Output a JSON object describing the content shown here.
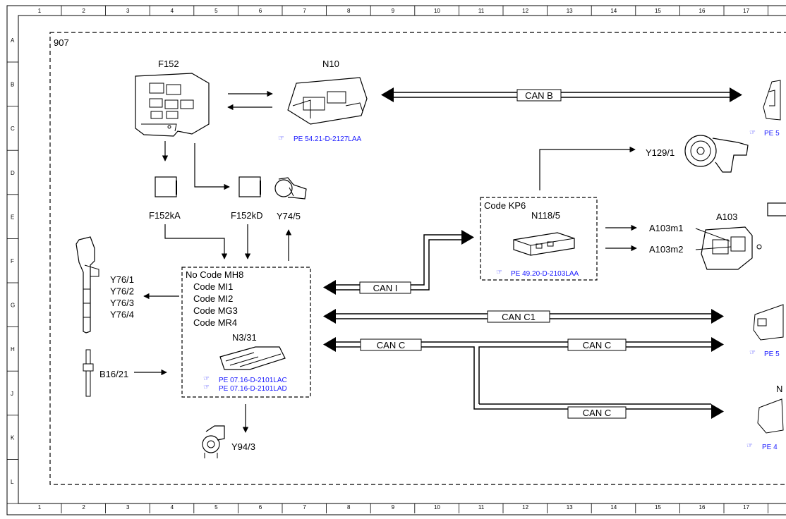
{
  "frame": {
    "columns": [
      "1",
      "2",
      "3",
      "4",
      "5",
      "6",
      "7",
      "8",
      "9",
      "10",
      "11",
      "12",
      "13",
      "14",
      "15",
      "16",
      "17"
    ],
    "rows": [
      "A",
      "B",
      "C",
      "D",
      "E",
      "F",
      "G",
      "H",
      "J",
      "K",
      "L"
    ]
  },
  "group_id": "907",
  "components": {
    "f152": "F152",
    "n10": "N10",
    "f152ka": "F152kA",
    "f152kd": "F152kD",
    "y74_5": "Y74/5",
    "y76": [
      "Y76/1",
      "Y76/2",
      "Y76/3",
      "Y76/4"
    ],
    "b16_21": "B16/21",
    "y94_3": "Y94/3",
    "y129_1": "Y129/1",
    "a103": "A103",
    "a103m1": "A103m1",
    "a103m2": "A103m2"
  },
  "n3_box": {
    "codes": [
      "No Code MH8",
      "Code MI1",
      "Code MI2",
      "Code MG3",
      "Code MR4"
    ],
    "name": "N3/31",
    "refs": [
      "PE 07.16-D-2101LAC",
      "PE 07.16-D-2101LAD"
    ]
  },
  "n118_box": {
    "code": "Code KP6",
    "name": "N118/5",
    "ref": "PE 49.20-D-2103LAA"
  },
  "refs": {
    "n10": "PE 54.21-D-2127LAA",
    "right_top": "PE 5",
    "right_mid": "PE 5",
    "right_bottom": "PE 4"
  },
  "right_partial_label": "N",
  "buses": {
    "can_b": "CAN B",
    "can_i": "CAN I",
    "can_c1": "CAN C1",
    "can_c_left": "CAN C",
    "can_c_right": "CAN C",
    "can_c_lower": "CAN C"
  },
  "colors": {
    "link": "#1a1aff",
    "line": "#000000",
    "background": "#ffffff"
  }
}
